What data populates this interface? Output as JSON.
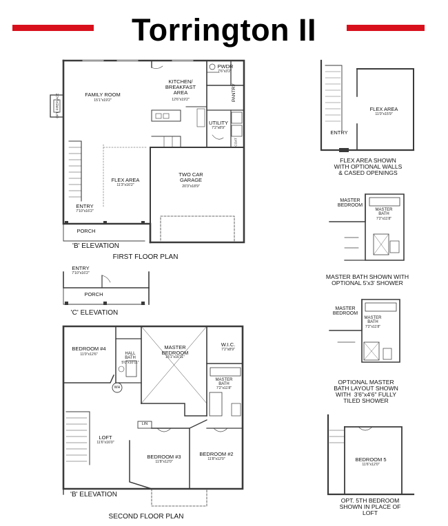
{
  "title": "Torrington II",
  "first_floor": {
    "caption": "FIRST FLOOR PLAN",
    "elevation_b": "'B' ELEVATION",
    "opt_fireplace": "OPT. FIREPLACE",
    "rooms": {
      "family_room": {
        "name": "FAMILY ROOM",
        "dim": "15'1\"x19'2\""
      },
      "kitchen": {
        "name": "KITCHEN/\nBREAKFAST\nAREA",
        "dim": "12'6\"x19'2\""
      },
      "pwdr": {
        "name": "PWDR",
        "dim": "7'6\"x3'2\""
      },
      "pantry": {
        "name": "PANTRY"
      },
      "utility": {
        "name": "UTILITY",
        "dim": "7'2\"x8'9\""
      },
      "coat": {
        "name": "COAT"
      },
      "flex_area": {
        "name": "FLEX AREA",
        "dim": "11'3\"x16'2\""
      },
      "garage": {
        "name": "TWO CAR\nGARAGE",
        "dim": "20'3\"x18'9\""
      },
      "entry": {
        "name": "ENTRY",
        "dim": "7'10\"x16'2\""
      },
      "porch": {
        "name": "PORCH"
      }
    }
  },
  "c_elevation": {
    "caption": "'C' ELEVATION",
    "entry": {
      "name": "ENTRY",
      "dim": "7'10\"x16'2\""
    },
    "porch": {
      "name": "PORCH"
    }
  },
  "second_floor": {
    "caption": "SECOND FLOOR PLAN",
    "elevation_b": "'B' ELEVATION",
    "rooms": {
      "bedroom4": {
        "name": "BEDROOM #4",
        "dim": "11'0\"x12'6\""
      },
      "hall_bath": {
        "name": "HALL\nBATH",
        "dim": "5'0\"x10'11\""
      },
      "master_bedroom": {
        "name": "MASTER\nBEDROOM",
        "dim": "15'1\"x16'11\""
      },
      "wic": {
        "name": "W.I.C.",
        "dim": "7'2\"x8'9\""
      },
      "master_bath": {
        "name": "MASTER\nBATH",
        "dim": "7'2\"x11'8\""
      },
      "wh": {
        "name": "WH"
      },
      "lin": {
        "name": "LIN"
      },
      "loft": {
        "name": "LOFT",
        "dim": "11'6\"x16'0\""
      },
      "bedroom3": {
        "name": "BEDROOM #3",
        "dim": "11'8\"x12'0\""
      },
      "bedroom2": {
        "name": "BEDROOM #2",
        "dim": "11'8\"x12'0\""
      }
    }
  },
  "options": {
    "flex_walls": {
      "caption": "FLEX AREA SHOWN\nWITH OPTIONAL WALLS\n& CASED OPENINGS",
      "flex_area": {
        "name": "FLEX AREA",
        "dim": "11'0\"x15'9\""
      },
      "entry": {
        "name": "ENTRY"
      }
    },
    "master_shower": {
      "caption": "MASTER BATH SHOWN WITH\nOPTIONAL 5'x3' SHOWER",
      "master_bedroom": {
        "name": "MASTER\nBEDROOM"
      },
      "master_bath": {
        "name": "MASTER\nBATH",
        "dim": "7'2\"x11'8\""
      }
    },
    "master_tiled": {
      "caption": "OPTIONAL MASTER\nBATH LAYOUT SHOWN\nWITH  3'6\"x4'6\" FULLY\nTILED SHOWER",
      "master_bedroom": {
        "name": "MASTER\nBEDROOM"
      },
      "master_bath": {
        "name": "MASTER\nBATH",
        "dim": "7'2\"x11'8\""
      }
    },
    "fifth_bedroom": {
      "caption": "OPT. 5TH BEDROOM\nSHOWN IN PLACE OF\nLOFT",
      "bedroom5": {
        "name": "BEDROOM 5",
        "dim": "11'6\"x12'0\""
      }
    }
  },
  "colors": {
    "accent_red": "#d8101c",
    "wall": "#3a3a3a",
    "text": "#111111"
  }
}
